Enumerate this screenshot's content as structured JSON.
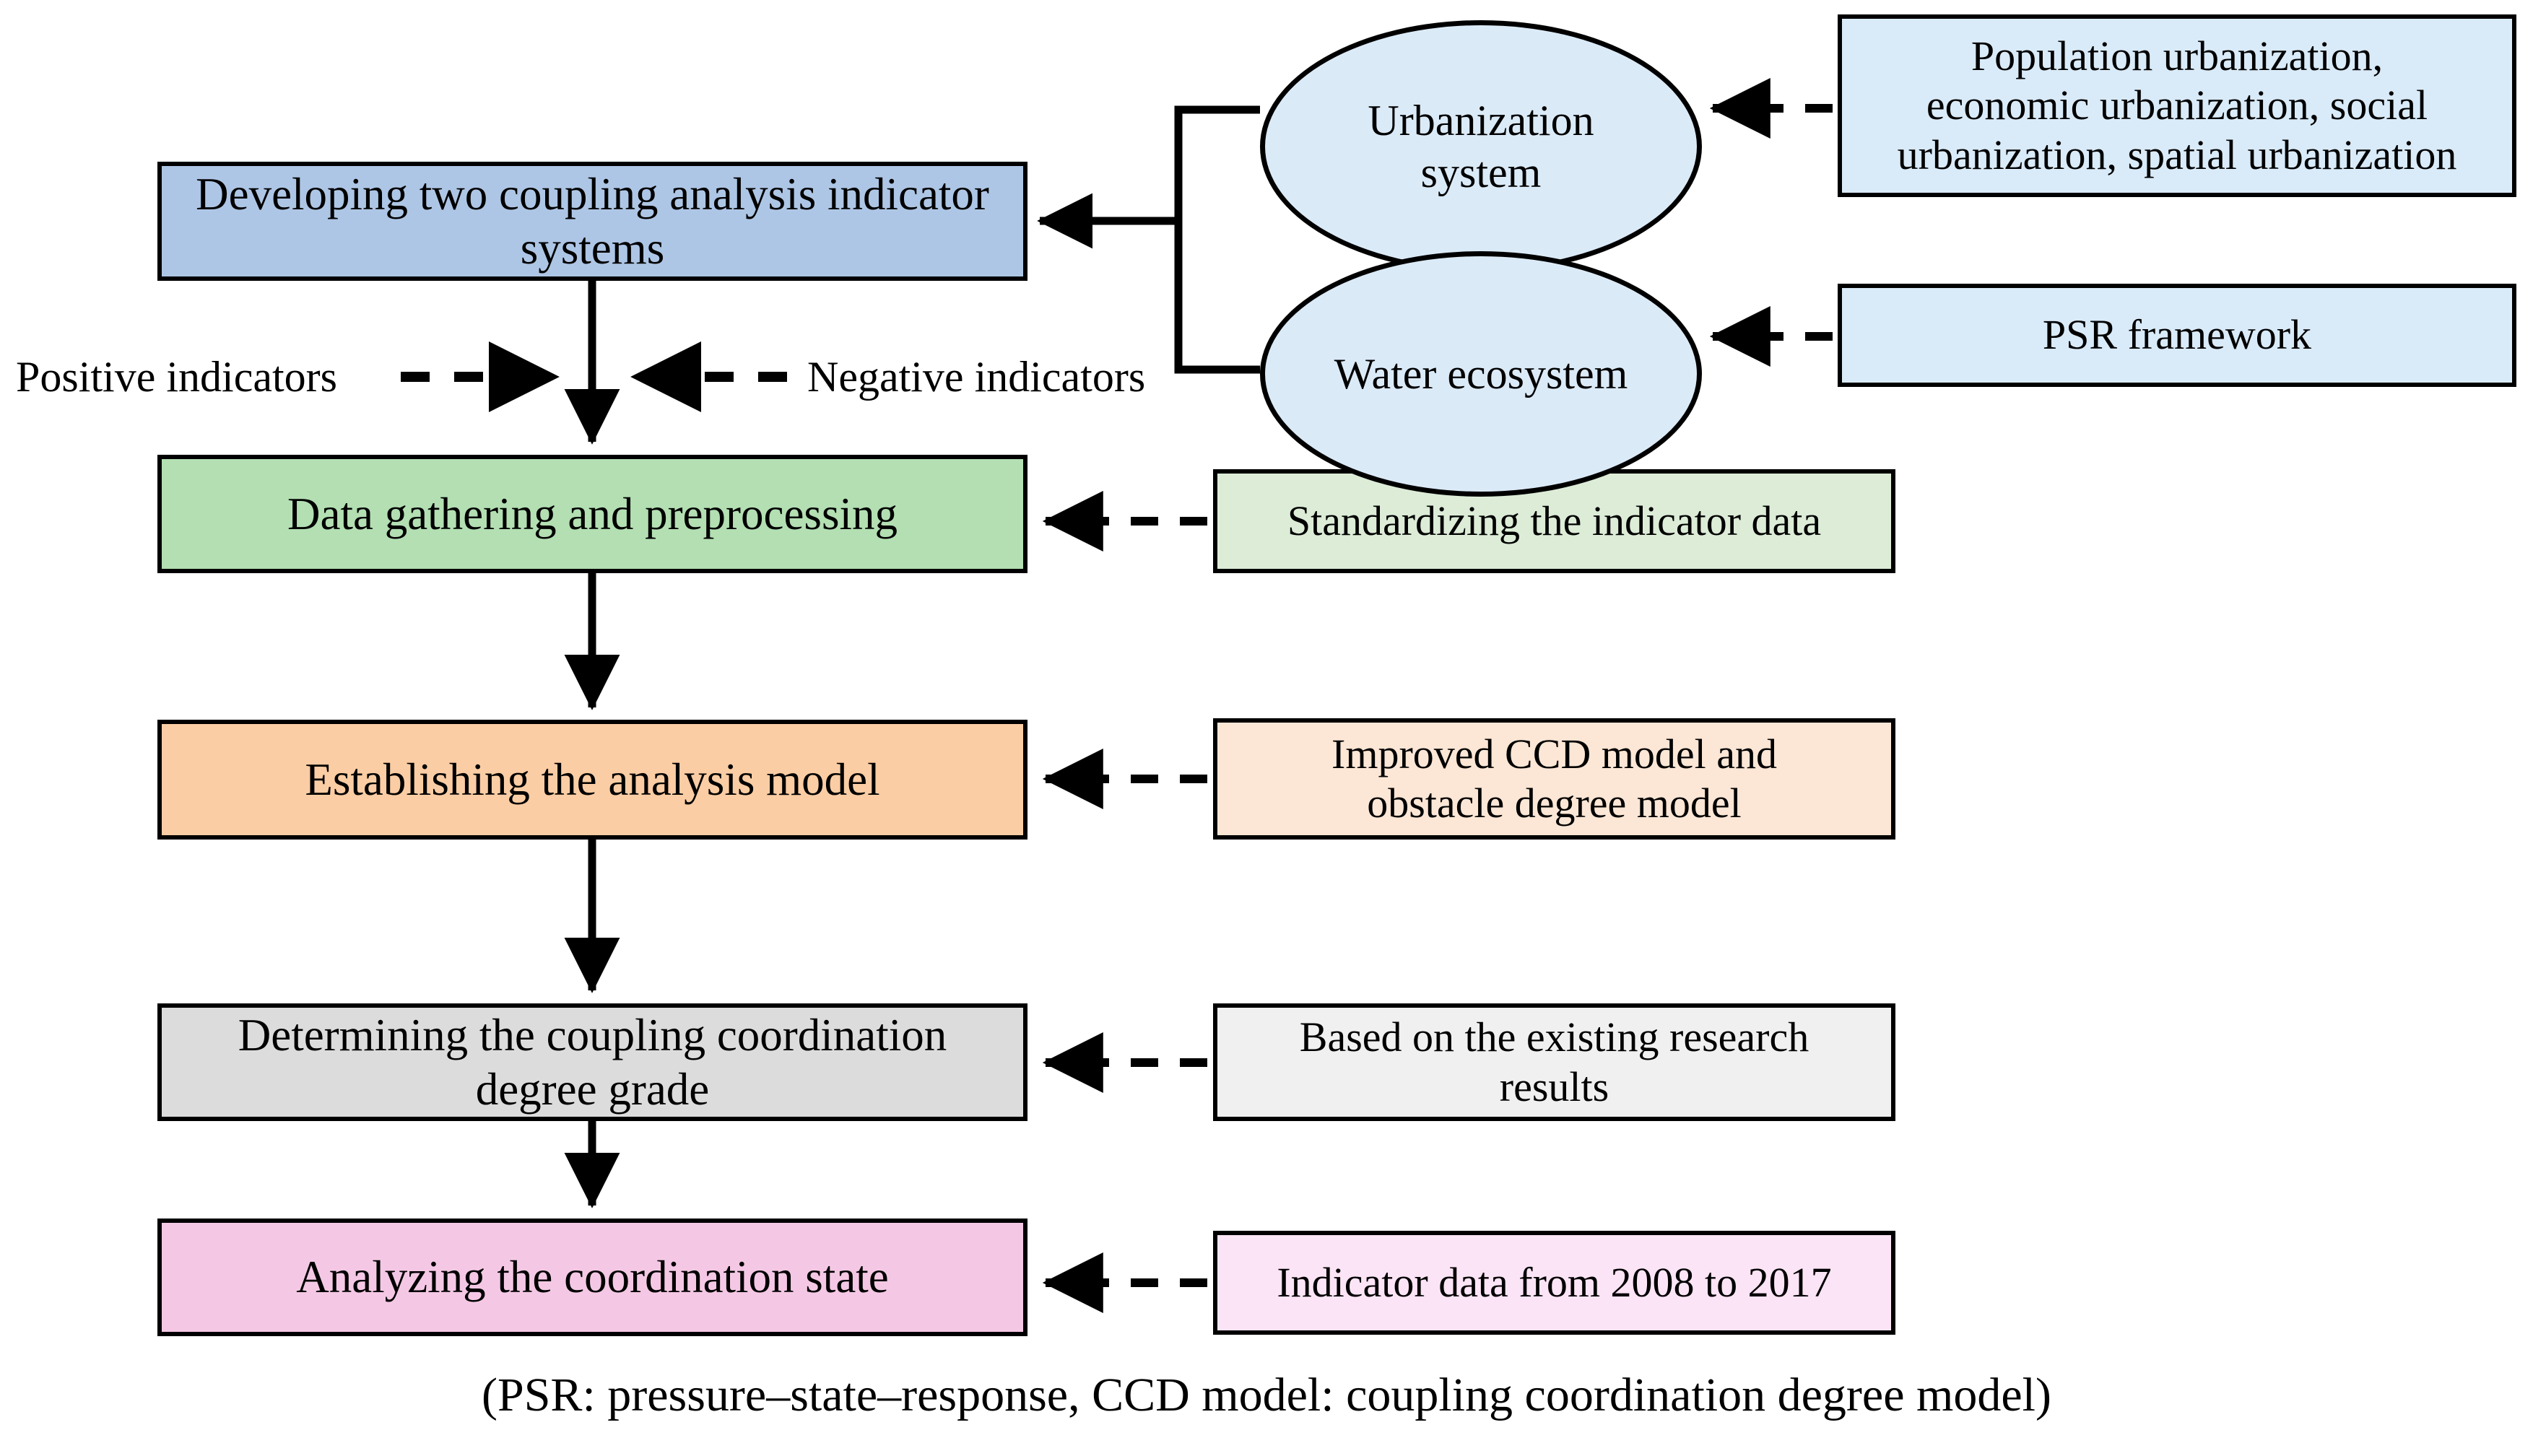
{
  "diagram": {
    "title_caption": "(PSR: pressure–state–response, CCD model: coupling coordination degree model)",
    "colors": {
      "develop_fill": "#aec6e5",
      "datagathering_fill": "#b3dfb2",
      "establish_fill": "#fbcda4",
      "determine_fill": "#dcdcdc",
      "analyze_fill": "#f4c8e4",
      "standardizing_fill": "#dcecd7",
      "ccd_fill": "#fce6d5",
      "existing_fill": "#f0f0f0",
      "indicator_fill": "#fbe4f5",
      "ellipse_fill": "#dbeaf7",
      "popurb_fill": "#d9eaf8",
      "psr_fill": "#d9eaf8",
      "stroke": "#000000"
    },
    "main_flow": [
      {
        "id": "develop",
        "label": "Developing two coupling analysis indicator\nsystems"
      },
      {
        "id": "datagath",
        "label": "Data gathering and preprocessing"
      },
      {
        "id": "establish",
        "label": "Establishing  the analysis model"
      },
      {
        "id": "determine",
        "label": "Determining the coupling coordination\ndegree grade"
      },
      {
        "id": "analyze",
        "label": "Analyzing the coordination state"
      }
    ],
    "annotations": [
      {
        "id": "standard",
        "label": "Standardizing the indicator data"
      },
      {
        "id": "ccd",
        "label": "Improved CCD model and\nobstacle degree model"
      },
      {
        "id": "existing",
        "label": "Based on the existing research\nresults"
      },
      {
        "id": "indicator",
        "label": "Indicator data from 2008 to 2017"
      }
    ],
    "systems": [
      {
        "id": "urban",
        "label": "Urbanization\nsystem"
      },
      {
        "id": "water",
        "label": "Water ecosystem"
      }
    ],
    "sources": [
      {
        "id": "popurb",
        "label": "Population urbanization,\neconomic urbanization, social\nurbanization, spatial urbanization"
      },
      {
        "id": "psr",
        "label": "PSR framework"
      }
    ],
    "indicator_legend": {
      "positive": "Positive indicators",
      "negative": "Negative indicators"
    }
  }
}
